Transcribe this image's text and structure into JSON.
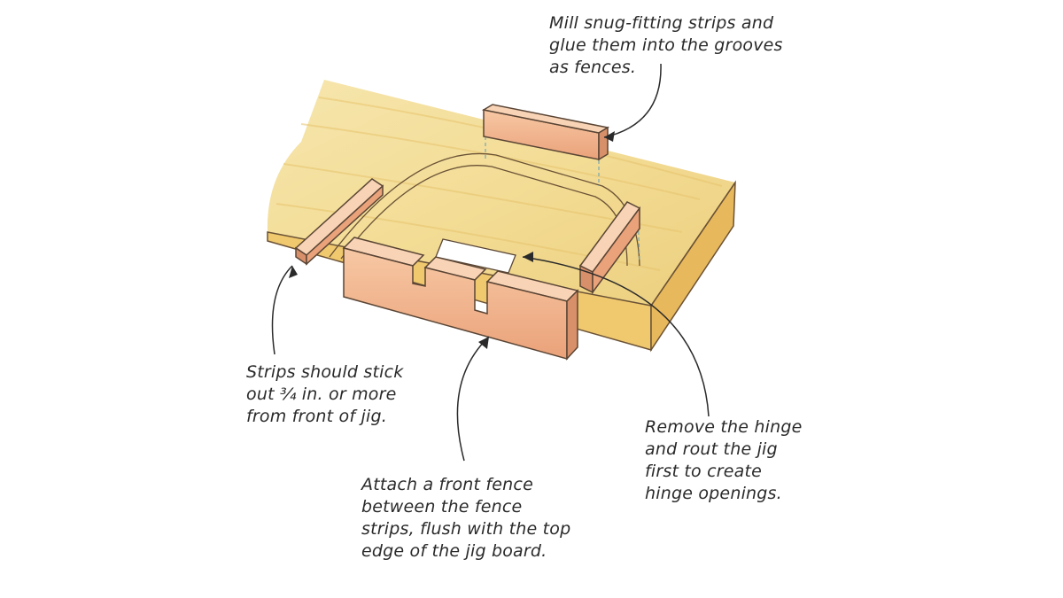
{
  "colors": {
    "board_top": "#f3dc95",
    "board_front": "#f0c96e",
    "board_end": "#e6b85a",
    "strip": "#f0b48c",
    "strip_dark": "#d8906a",
    "outline": "#5a4535",
    "dashed_guide": "#7aa6b0",
    "text": "#2a2a2a"
  },
  "callouts": {
    "mill": {
      "lines": [
        "Mill snug-fitting strips and",
        "glue them into the grooves",
        "as fences."
      ]
    },
    "strips": {
      "lines": [
        "Strips should stick",
        "out ¾ in. or more",
        "from front of jig."
      ]
    },
    "attach": {
      "lines": [
        "Attach a front fence",
        "between the fence",
        "strips, flush with the top",
        "edge of the jig board."
      ]
    },
    "remove": {
      "lines": [
        "Remove the hinge",
        "and rout the jig",
        "first to create",
        "hinge openings."
      ]
    }
  }
}
